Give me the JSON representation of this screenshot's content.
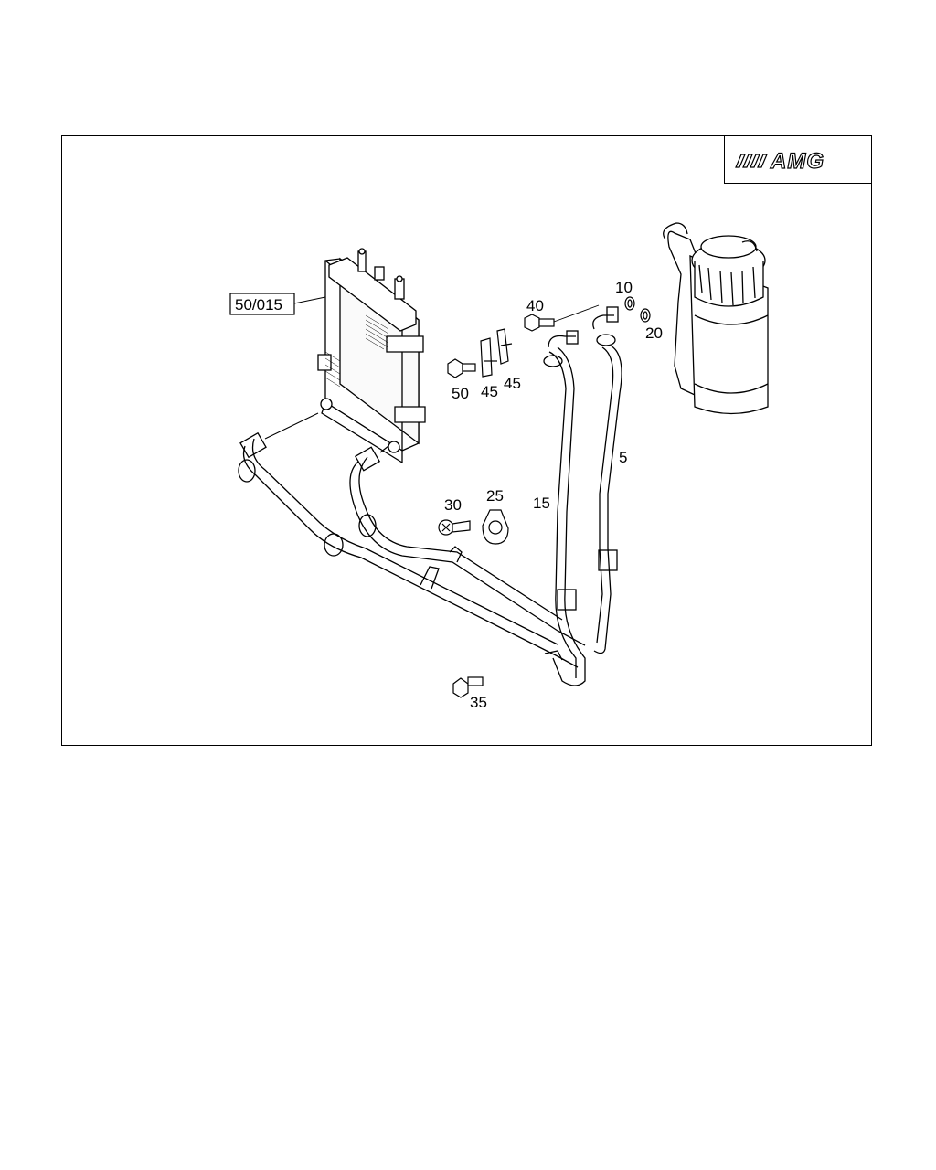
{
  "brand": {
    "logo_text": "AMG"
  },
  "callouts": {
    "assembly": "50/015",
    "p5": "5",
    "p10": "10",
    "p15": "15",
    "p20": "20",
    "p25": "25",
    "p30": "30",
    "p35": "35",
    "p40": "40",
    "p45a": "45",
    "p45b": "45",
    "p50": "50"
  },
  "colors": {
    "line": "#000000",
    "background": "#ffffff"
  }
}
